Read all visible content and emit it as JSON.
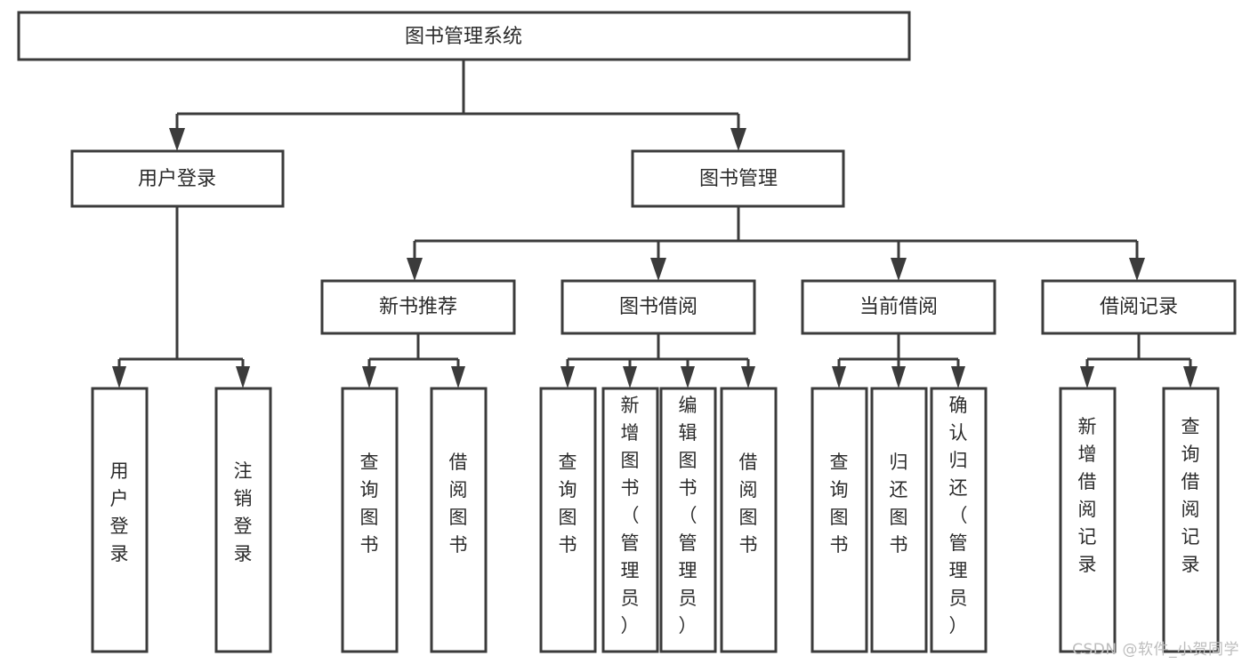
{
  "diagram": {
    "title": "图书管理系统",
    "type": "tree-hierarchy-chart",
    "watermark": "CSDN @软件_小贺同学",
    "colors": {
      "stroke": "#3b3b3b",
      "fill": "#ffffff",
      "text": "#2b2b2b",
      "watermark": "#bdbdbd"
    },
    "root": {
      "id": "root",
      "label": "图书管理系统"
    },
    "level2": [
      {
        "id": "user-login",
        "label": "用户登录"
      },
      {
        "id": "book-management",
        "label": "图书管理"
      }
    ],
    "level3": [
      {
        "id": "new-book-recommend",
        "label": "新书推荐",
        "parent": "book-management"
      },
      {
        "id": "book-borrow",
        "label": "图书借阅",
        "parent": "book-management"
      },
      {
        "id": "current-borrow",
        "label": "当前借阅",
        "parent": "book-management"
      },
      {
        "id": "borrow-record",
        "label": "借阅记录",
        "parent": "book-management"
      }
    ],
    "leaves": {
      "user-login": [
        {
          "id": "leaf-user-login",
          "label": "用户登录"
        },
        {
          "id": "leaf-user-logout",
          "label": "注销登录"
        }
      ],
      "new-book-recommend": [
        {
          "id": "leaf-query-book-1",
          "label": "查询图书"
        },
        {
          "id": "leaf-borrow-book-1",
          "label": "借阅图书"
        }
      ],
      "book-borrow": [
        {
          "id": "leaf-query-book-2",
          "label": "查询图书"
        },
        {
          "id": "leaf-add-book",
          "label": "新增图书（管理员）"
        },
        {
          "id": "leaf-edit-book",
          "label": "编辑图书（管理员）"
        },
        {
          "id": "leaf-borrow-book-2",
          "label": "借阅图书"
        }
      ],
      "current-borrow": [
        {
          "id": "leaf-query-book-3",
          "label": "查询图书"
        },
        {
          "id": "leaf-return-book",
          "label": "归还图书"
        },
        {
          "id": "leaf-confirm-return",
          "label": "确认归还（管理员）"
        }
      ],
      "borrow-record": [
        {
          "id": "leaf-add-record",
          "label": "新增借阅记录"
        },
        {
          "id": "leaf-query-record",
          "label": "查询借阅记录"
        }
      ]
    }
  }
}
